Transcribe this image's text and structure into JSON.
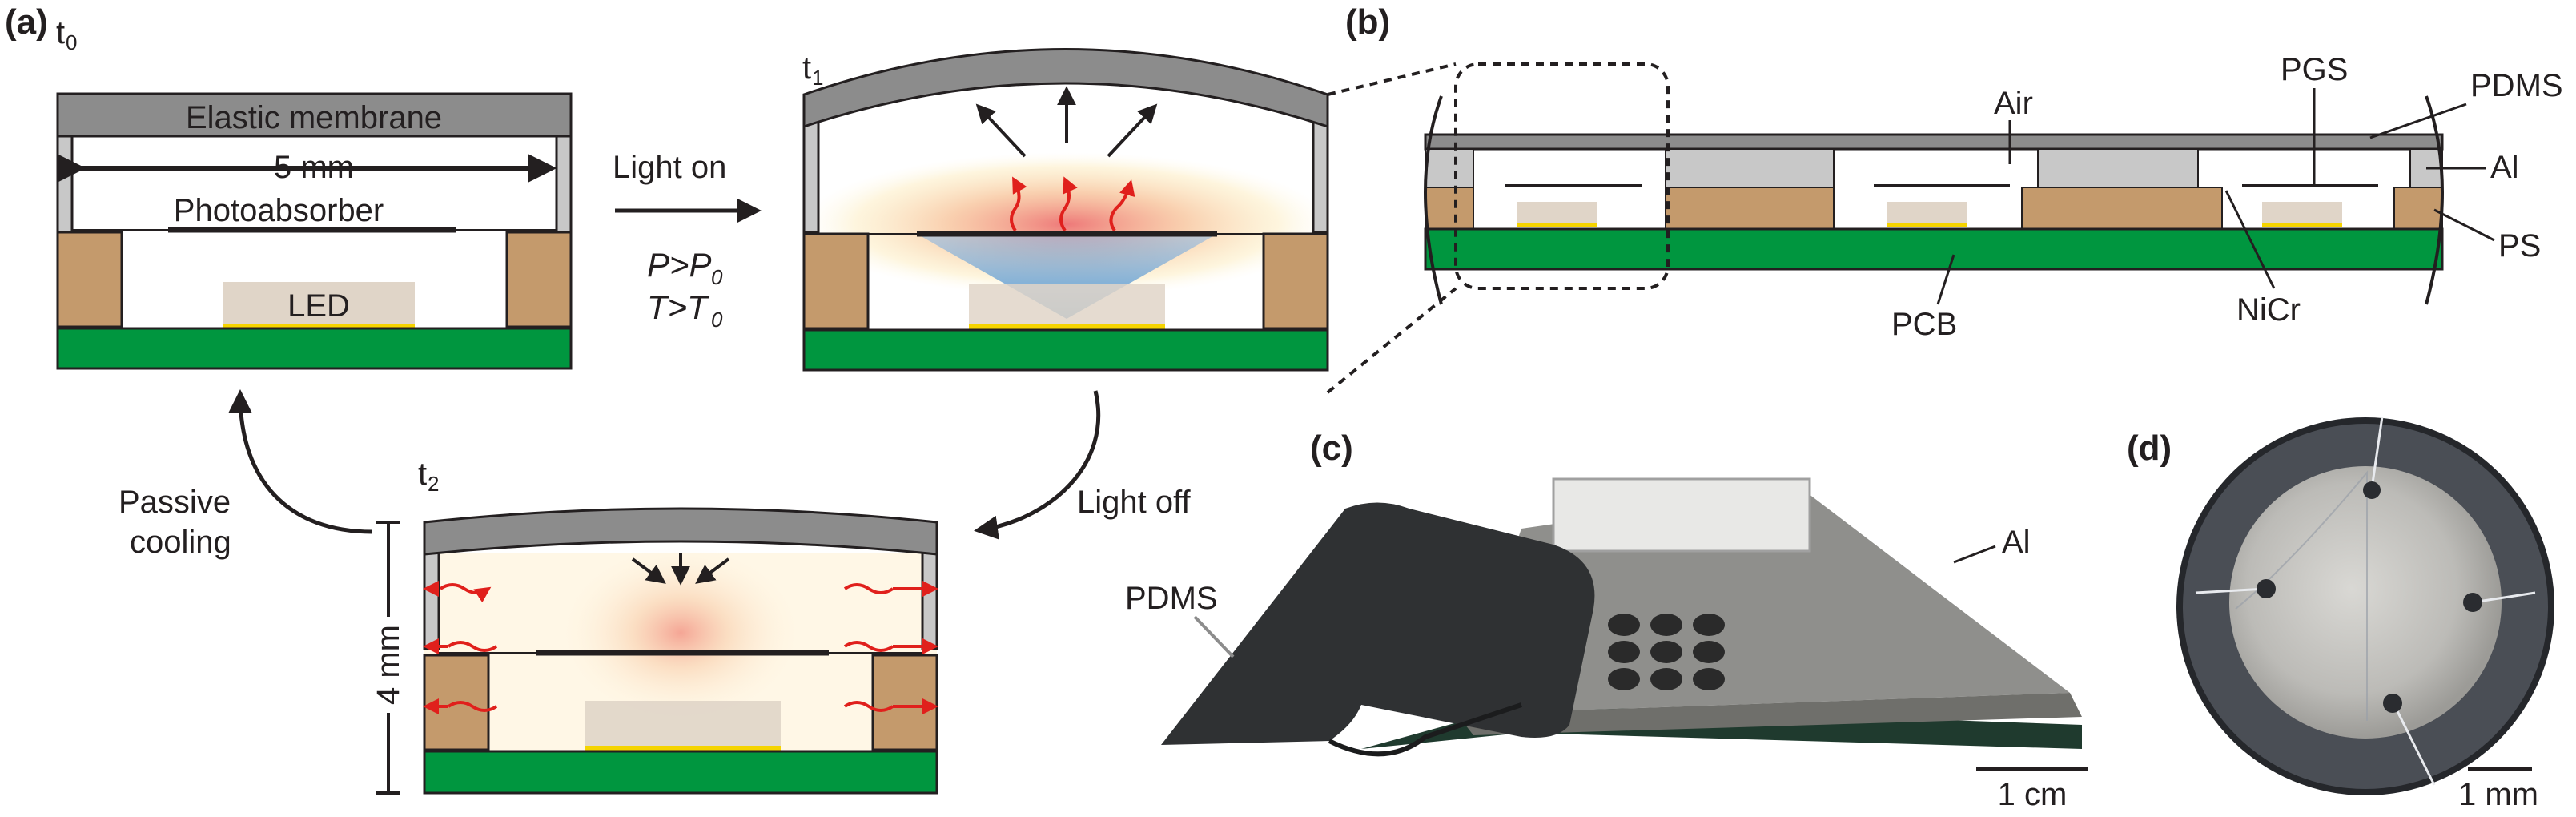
{
  "panels": {
    "a": "(a)",
    "b": "(b)",
    "c": "(c)",
    "d": "(d)"
  },
  "panel_a": {
    "t0_main": "t",
    "t0_sub": "0",
    "t1_main": "t",
    "t1_sub": "1",
    "t2_main": "t",
    "t2_sub": "2",
    "membrane": "Elastic membrane",
    "width": "5 mm",
    "photoabsorber": "Photoabsorber",
    "led": "LED",
    "light_on": "Light on",
    "cond_p": "P>P",
    "cond_p_sub": "0",
    "cond_t": "T>T",
    "cond_t_sub": "0",
    "light_off": "Light off",
    "passive": "Passive",
    "cooling": "cooling",
    "height": "4 mm"
  },
  "panel_b": {
    "air": "Air",
    "pgs": "PGS",
    "pdms": "PDMS",
    "al": "Al",
    "ps": "PS",
    "pcb": "PCB",
    "nicr": "NiCr"
  },
  "panel_c": {
    "pdms": "PDMS",
    "al": "Al",
    "scale": "1 cm"
  },
  "panel_d": {
    "scale": "1 mm"
  },
  "colors": {
    "membrane": "#8c8c8c",
    "frame": "#c8c8c8",
    "ps": "#c49a6c",
    "pcb": "#00963f",
    "led": "#e0d5c8",
    "led_strip": "#f5d400",
    "arrow_red": "#e0201c"
  }
}
